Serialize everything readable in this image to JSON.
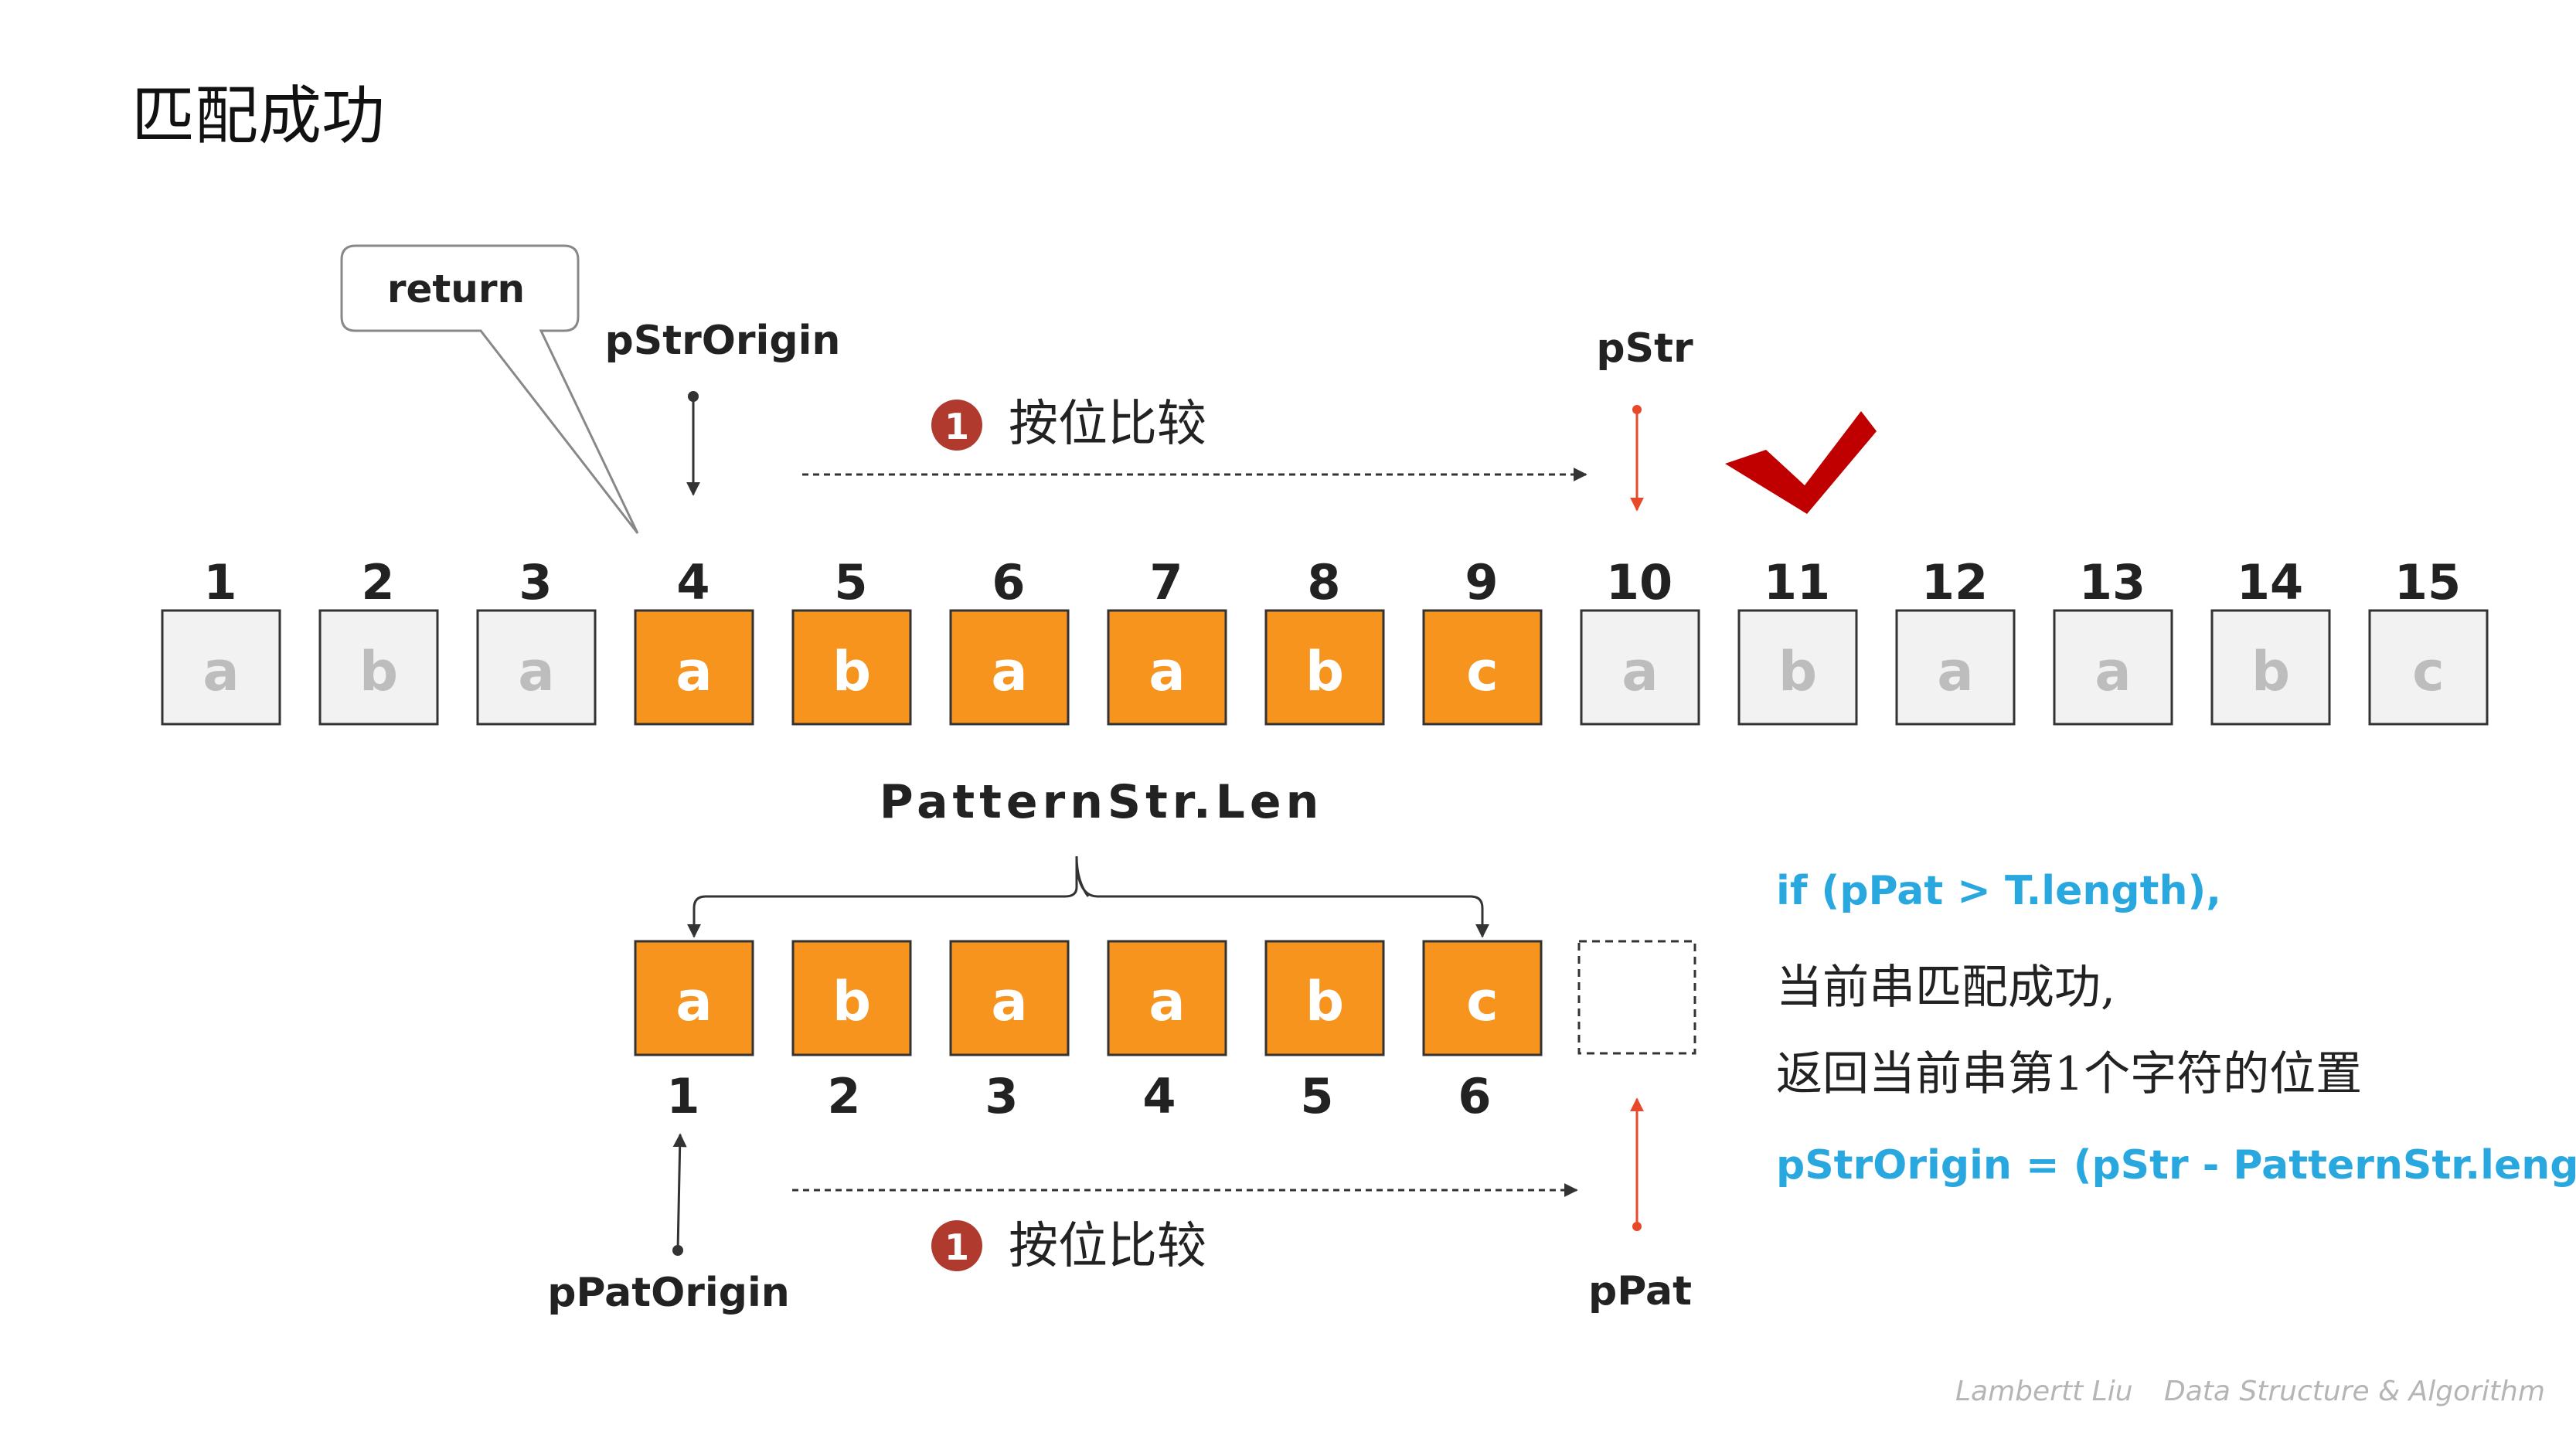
{
  "title": "匹配成功",
  "callout": {
    "text": "return"
  },
  "pointers": {
    "pStrOrigin": "pStrOrigin",
    "pStr": "pStr",
    "pPatOrigin": "pPatOrigin",
    "pPat": "pPat"
  },
  "compare_top": {
    "badge": "1",
    "text": "按位比较"
  },
  "compare_bottom": {
    "badge": "1",
    "text": "按位比较"
  },
  "main_string": {
    "indices": [
      "1",
      "2",
      "3",
      "4",
      "5",
      "6",
      "7",
      "8",
      "9",
      "10",
      "11",
      "12",
      "13",
      "14",
      "15"
    ],
    "chars": [
      "a",
      "b",
      "a",
      "a",
      "b",
      "a",
      "a",
      "b",
      "c",
      "a",
      "b",
      "a",
      "a",
      "b",
      "c"
    ],
    "highlighted": [
      false,
      false,
      false,
      true,
      true,
      true,
      true,
      true,
      true,
      false,
      false,
      false,
      false,
      false,
      false
    ]
  },
  "pattern": {
    "length_label": "PatternStr.Len",
    "chars": [
      "a",
      "b",
      "a",
      "a",
      "b",
      "c"
    ],
    "indices": [
      "1",
      "2",
      "3",
      "4",
      "5",
      "6"
    ]
  },
  "notes": {
    "condition": "if (pPat > T.length),",
    "line1": "当前串匹配成功,",
    "line2": "返回当前串第1个字符的位置",
    "formula": "pStrOrigin = (pStr - PatternStr.length)"
  },
  "footer": {
    "author": "Lambertt Liu",
    "subject": "Data Structure & Algorithm"
  },
  "colors": {
    "highlight_fill": "#F7941D",
    "inactive_fill": "#F2F2F2",
    "inactive_text": "#BDBDBD",
    "accent_blue": "#29A8E0",
    "arrow_red": "#E8492B",
    "badge_red": "#B03A2E",
    "check_red": "#C00000",
    "footer_gray": "#B5B5B5"
  }
}
